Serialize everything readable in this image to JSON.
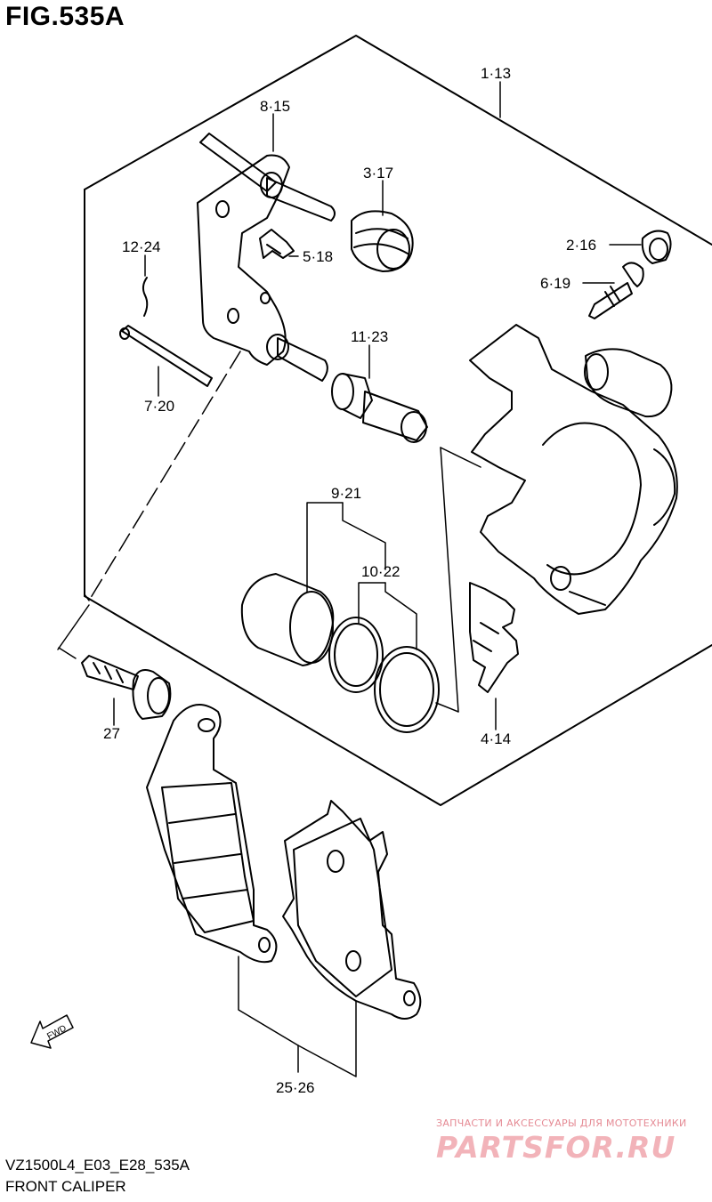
{
  "figure": {
    "number": "FIG.535A",
    "model_code": "VZ1500L4_E03_E28_535A",
    "name": "FRONT CALIPER"
  },
  "callouts": [
    {
      "id": "c1",
      "label": "1·13"
    },
    {
      "id": "c8",
      "label": "8·15"
    },
    {
      "id": "c3",
      "label": "3·17"
    },
    {
      "id": "c12",
      "label": "12·24"
    },
    {
      "id": "c5",
      "label": "5·18"
    },
    {
      "id": "c2",
      "label": "2·16"
    },
    {
      "id": "c6",
      "label": "6·19"
    },
    {
      "id": "c11",
      "label": "11·23"
    },
    {
      "id": "c7",
      "label": "7·20"
    },
    {
      "id": "c9",
      "label": "9·21"
    },
    {
      "id": "c10",
      "label": "10·22"
    },
    {
      "id": "c27",
      "label": "27"
    },
    {
      "id": "c4",
      "label": "4·14"
    },
    {
      "id": "c25",
      "label": "25·26"
    }
  ],
  "fwd_marker": "FWD",
  "watermark": {
    "tagline": "ЗАПЧАСТИ И АКСЕССУАРЫ ДЛЯ МОТОТЕХНИКИ",
    "logo": "PARTSFOR.RU"
  }
}
